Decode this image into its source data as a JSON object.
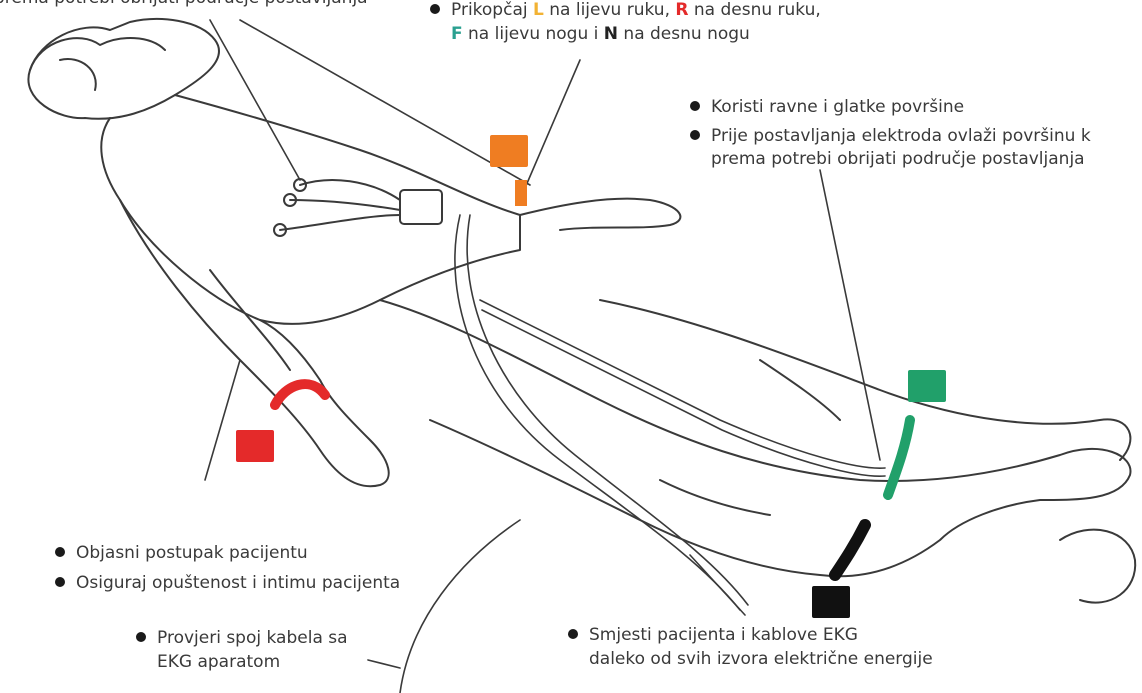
{
  "top_cut": "prema  potrebi  obrijati  područje  postavljanja",
  "connect_note": {
    "prefix": "Prikopčaj",
    "l_letter": "L",
    "l_text": "na lijevu ruku,",
    "r_letter": "R",
    "r_text": "na desnu ruku,",
    "f_letter": "F",
    "f_text": "na lijevu nogu i",
    "n_letter": "N",
    "n_text": "na desnu nogu"
  },
  "surface_notes": {
    "line1": "Koristi ravne i glatke površine",
    "line2a": "Prije postavljanja elektroda ovlaži površinu k",
    "line2b": "prema potrebi obrijati područje postavljanja"
  },
  "patient_notes": {
    "line1": "Objasni postupak pacijentu",
    "line2": "Osiguraj opuštenost i intimu pacijenta"
  },
  "cable_note": {
    "line1": "Provjeri spoj kabela sa",
    "line2": "EKG aparatom"
  },
  "position_note": {
    "line1": "Smjesti pacijenta i kablove EKG",
    "line2": "daleko od svih izvora električne energije"
  },
  "colors": {
    "L": "#ef7d22",
    "R": "#e42a2a",
    "F": "#21a06a",
    "N": "#111111",
    "letter_L": "#f2b233",
    "letter_F": "#2aa090"
  }
}
